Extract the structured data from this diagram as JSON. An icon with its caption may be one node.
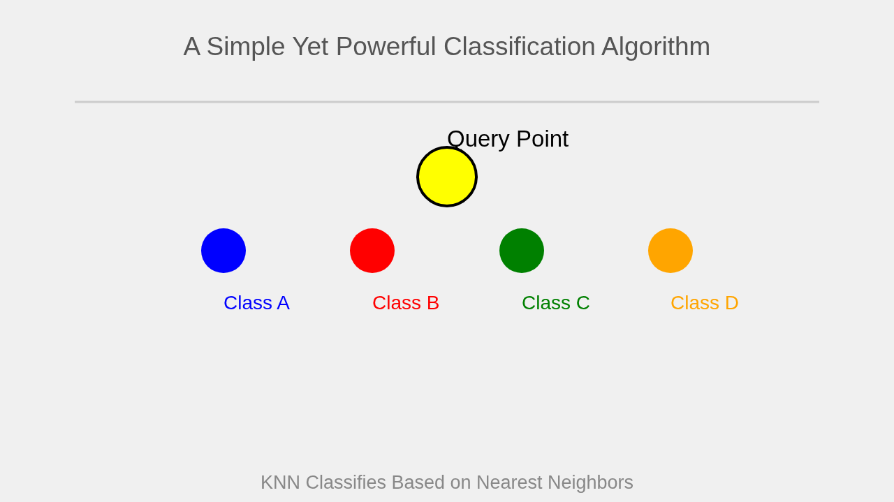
{
  "diagram": {
    "title": "A Simple Yet Powerful Classification Algorithm",
    "caption": "KNN Classifies Based on Nearest Neighbors",
    "nodes": [
      {
        "text": [
          "Query Point"
        ]
      },
      {
        "text": [
          "Class A"
        ]
      },
      {
        "text": [
          "Class B"
        ]
      },
      {
        "text": [
          "Class C"
        ]
      },
      {
        "text": [
          "Class D"
        ]
      }
    ],
    "edges": []
  }
}
